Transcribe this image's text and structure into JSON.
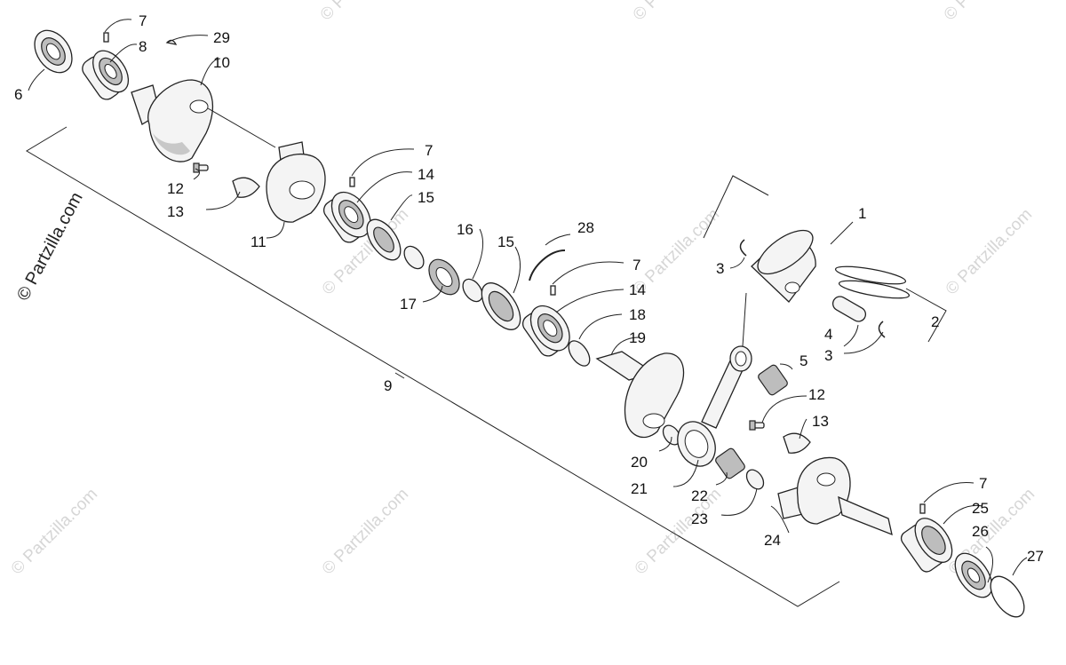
{
  "watermark": {
    "text": "© Partzilla.com"
  },
  "callouts": [
    {
      "id": "c7a",
      "label": "7"
    },
    {
      "id": "c8",
      "label": "8"
    },
    {
      "id": "c29",
      "label": "29"
    },
    {
      "id": "c10",
      "label": "10"
    },
    {
      "id": "c6",
      "label": "6"
    },
    {
      "id": "c12a",
      "label": "12"
    },
    {
      "id": "c13a",
      "label": "13"
    },
    {
      "id": "c11",
      "label": "11"
    },
    {
      "id": "c7b",
      "label": "7"
    },
    {
      "id": "c14a",
      "label": "14"
    },
    {
      "id": "c15a",
      "label": "15"
    },
    {
      "id": "c16",
      "label": "16"
    },
    {
      "id": "c17",
      "label": "17"
    },
    {
      "id": "c15b",
      "label": "15"
    },
    {
      "id": "c28",
      "label": "28"
    },
    {
      "id": "c7c",
      "label": "7"
    },
    {
      "id": "c14b",
      "label": "14"
    },
    {
      "id": "c18",
      "label": "18"
    },
    {
      "id": "c19",
      "label": "19"
    },
    {
      "id": "c9",
      "label": "9"
    },
    {
      "id": "c1",
      "label": "1"
    },
    {
      "id": "c3a",
      "label": "3"
    },
    {
      "id": "c2",
      "label": "2"
    },
    {
      "id": "c4",
      "label": "4"
    },
    {
      "id": "c3b",
      "label": "3"
    },
    {
      "id": "c5",
      "label": "5"
    },
    {
      "id": "c12b",
      "label": "12"
    },
    {
      "id": "c13b",
      "label": "13"
    },
    {
      "id": "c20",
      "label": "20"
    },
    {
      "id": "c21",
      "label": "21"
    },
    {
      "id": "c22",
      "label": "22"
    },
    {
      "id": "c23",
      "label": "23"
    },
    {
      "id": "c24",
      "label": "24"
    },
    {
      "id": "c7d",
      "label": "7"
    },
    {
      "id": "c25",
      "label": "25"
    },
    {
      "id": "c26",
      "label": "26"
    },
    {
      "id": "c27",
      "label": "27"
    }
  ]
}
